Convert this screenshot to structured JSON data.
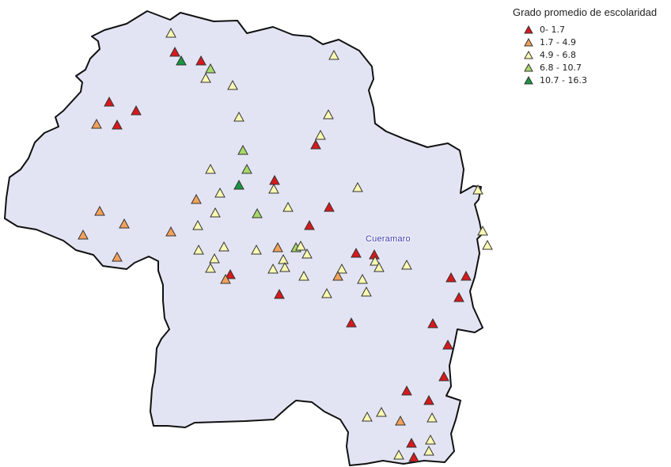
{
  "legend": {
    "title": "Grado promedio de escolaridad",
    "classes": [
      {
        "label": "0- 1.7",
        "color": "#d7191c"
      },
      {
        "label": "1.7 - 4.9",
        "color": "#f3a15a"
      },
      {
        "label": "4.9 - 6.8",
        "color": "#fafab0"
      },
      {
        "label": "6.8 - 10.7",
        "color": "#a6d96a"
      },
      {
        "label": "10.7 - 16.3",
        "color": "#1a9641"
      }
    ]
  },
  "place": {
    "name": "Cueramaro"
  },
  "colors": {
    "polygon_fill": "#e3e4f3",
    "polygon_stroke": "#111111",
    "marker_stroke": "#333333"
  }
}
